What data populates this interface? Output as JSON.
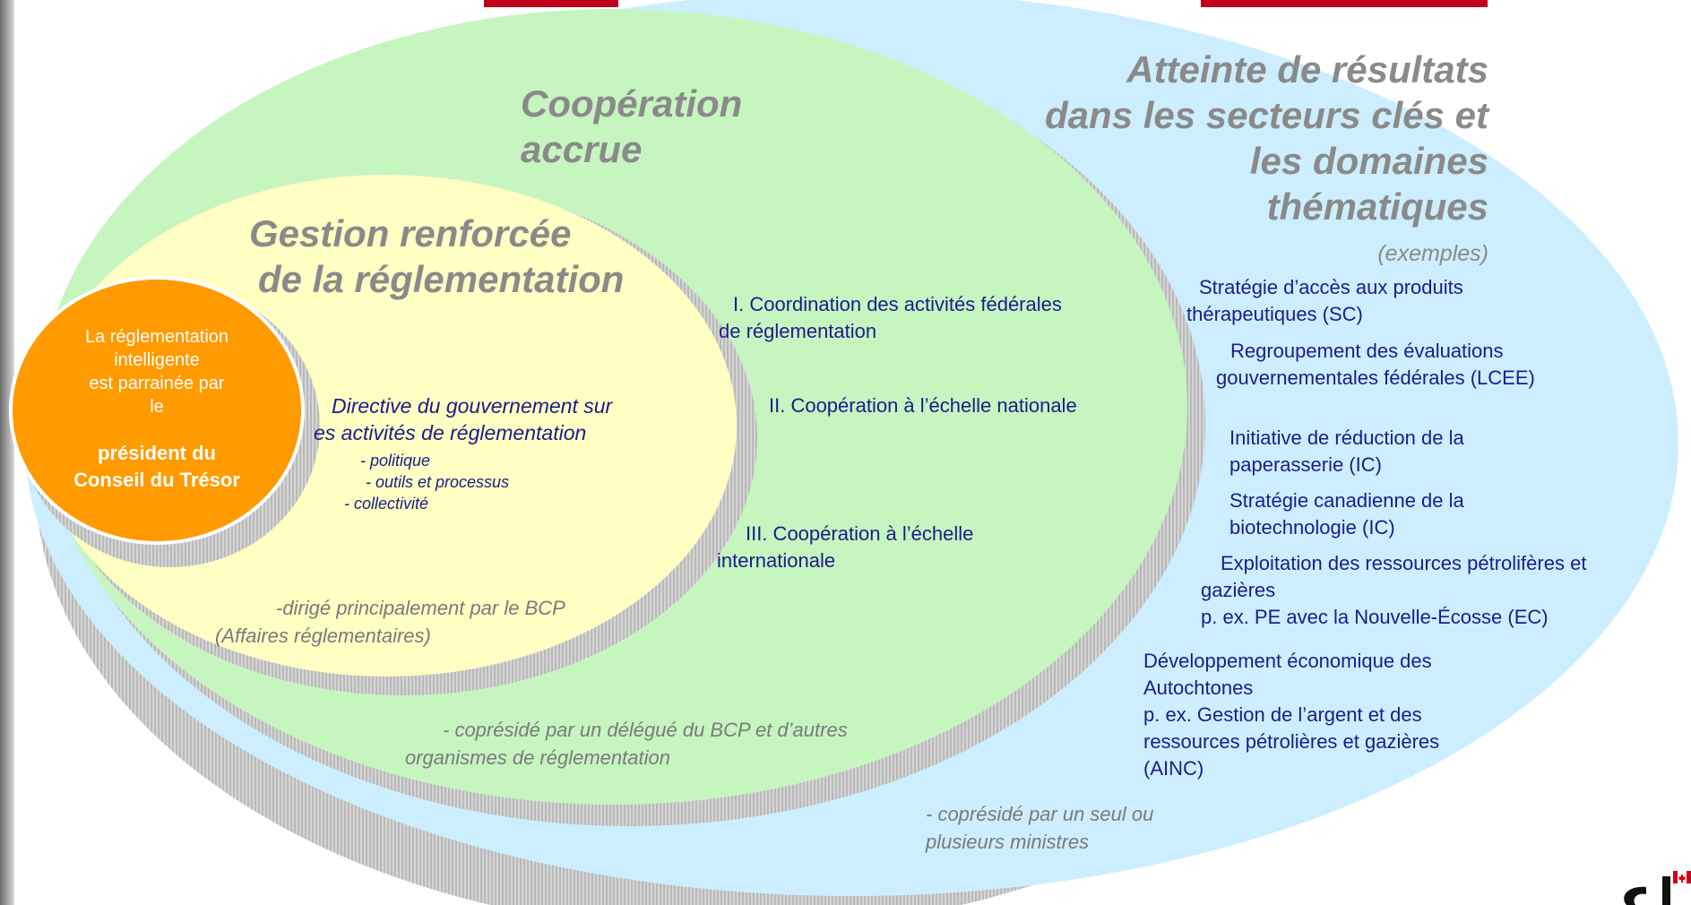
{
  "colors": {
    "outer_ellipse": "#cceeff",
    "middle_ellipse": "#c6f5c0",
    "inner_ellipse": "#ffffc4",
    "core_circle": "#ff9a00",
    "heading_gray": "#8a8a8a",
    "body_blue": "#1c1c8a"
  },
  "headings": {
    "outer": [
      "Atteinte de résultats",
      "dans les secteurs clés et",
      "les domaines",
      "thématiques"
    ],
    "middle": [
      "Coopération",
      "accrue"
    ],
    "inner": [
      "Gestion renforcée",
      "de la réglementation"
    ]
  },
  "core": {
    "intro": [
      "La réglementation",
      "intelligente",
      "est parrainée par",
      "le"
    ],
    "emphasis": [
      "président du",
      "Conseil du Trésor"
    ]
  },
  "inner_content": {
    "directive": [
      "Directive du gouvernement sur",
      "es activités de réglementation"
    ],
    "items": [
      "- politique",
      "- outils et processus",
      "-  collectivité"
    ],
    "lead": [
      "-dirigé principalement par le BCP",
      "(Affaires réglementaires)"
    ]
  },
  "middle_content": {
    "items": [
      [
        "I.  Coordination des activités fédérales",
        "de réglementation"
      ],
      [
        "II. Coopération à l’échelle nationale"
      ],
      [
        "III.  Coopération à l’échelle",
        "internationale"
      ]
    ],
    "lead": [
      "- coprésidé par un délégué du BCP et d’autres",
      "organismes de réglementation"
    ]
  },
  "outer_content": {
    "examples_label": "(exemples)",
    "items": [
      [
        "Stratégie d’accès aux produits",
        "thérapeutiques (SC)"
      ],
      [
        "Regroupement des évaluations",
        "gouvernementales fédérales (LCEE)"
      ],
      [
        "Initiative de réduction de la",
        "paperasserie (IC)"
      ],
      [
        "Stratégie canadienne de la",
        "biotechnologie (IC)"
      ],
      [
        "Exploitation des ressources pétrolifères et",
        "gazières",
        "p. ex. PE avec la Nouvelle-Écosse (EC)"
      ],
      [
        "Développement économique des",
        "Autochtones",
        "p. ex. Gestion de l’argent et des",
        "ressources pétrolières et gazières",
        "(AINC)"
      ]
    ],
    "lead": [
      "- coprésidé par un seul ou",
      "plusieurs ministres"
    ]
  }
}
